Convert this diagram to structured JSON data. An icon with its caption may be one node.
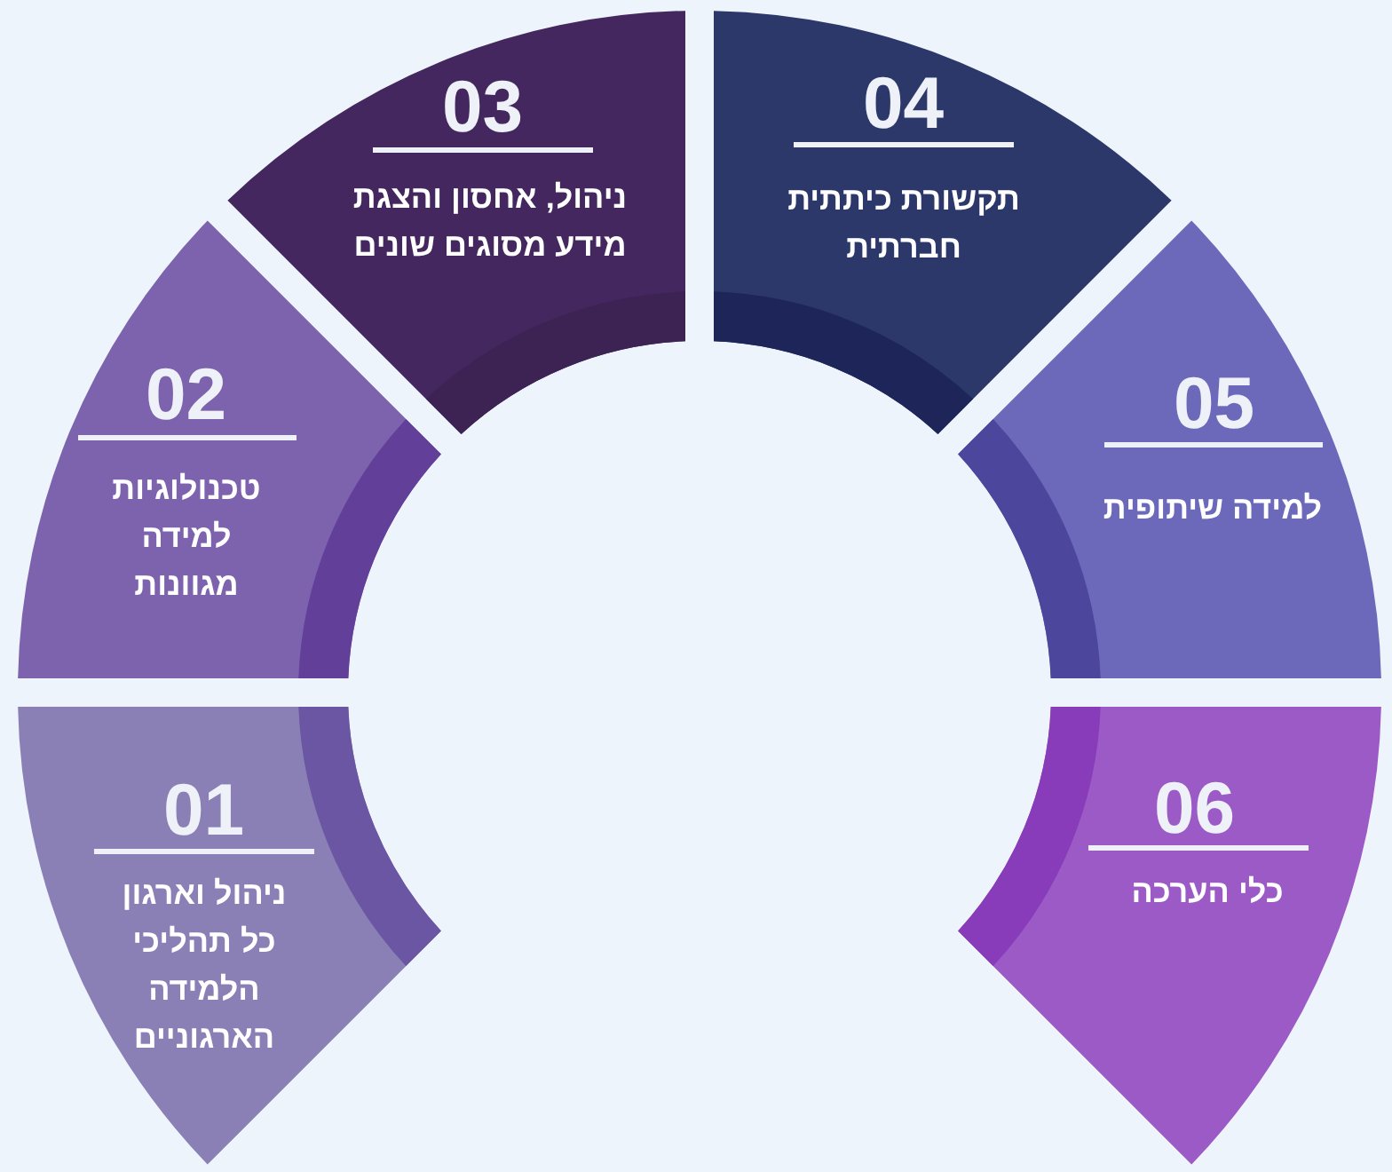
{
  "diagram": {
    "nodes": [
      {
        "text": [
          "01",
          "ניהול וארגון כל תהליכי הלמידה הארגוניים"
        ]
      },
      {
        "text": [
          "02",
          "טכנולוגיות למידה מגוונות"
        ]
      },
      {
        "text": [
          "03",
          "ניהול, אחסון והצגת מידע מסוגים שונים"
        ]
      },
      {
        "text": [
          "04",
          "תקשורת כיתתית חברתית"
        ]
      },
      {
        "text": [
          "05",
          "למידה שיתופית"
        ]
      },
      {
        "text": [
          "06",
          "כלי הערכה"
        ]
      }
    ]
  }
}
